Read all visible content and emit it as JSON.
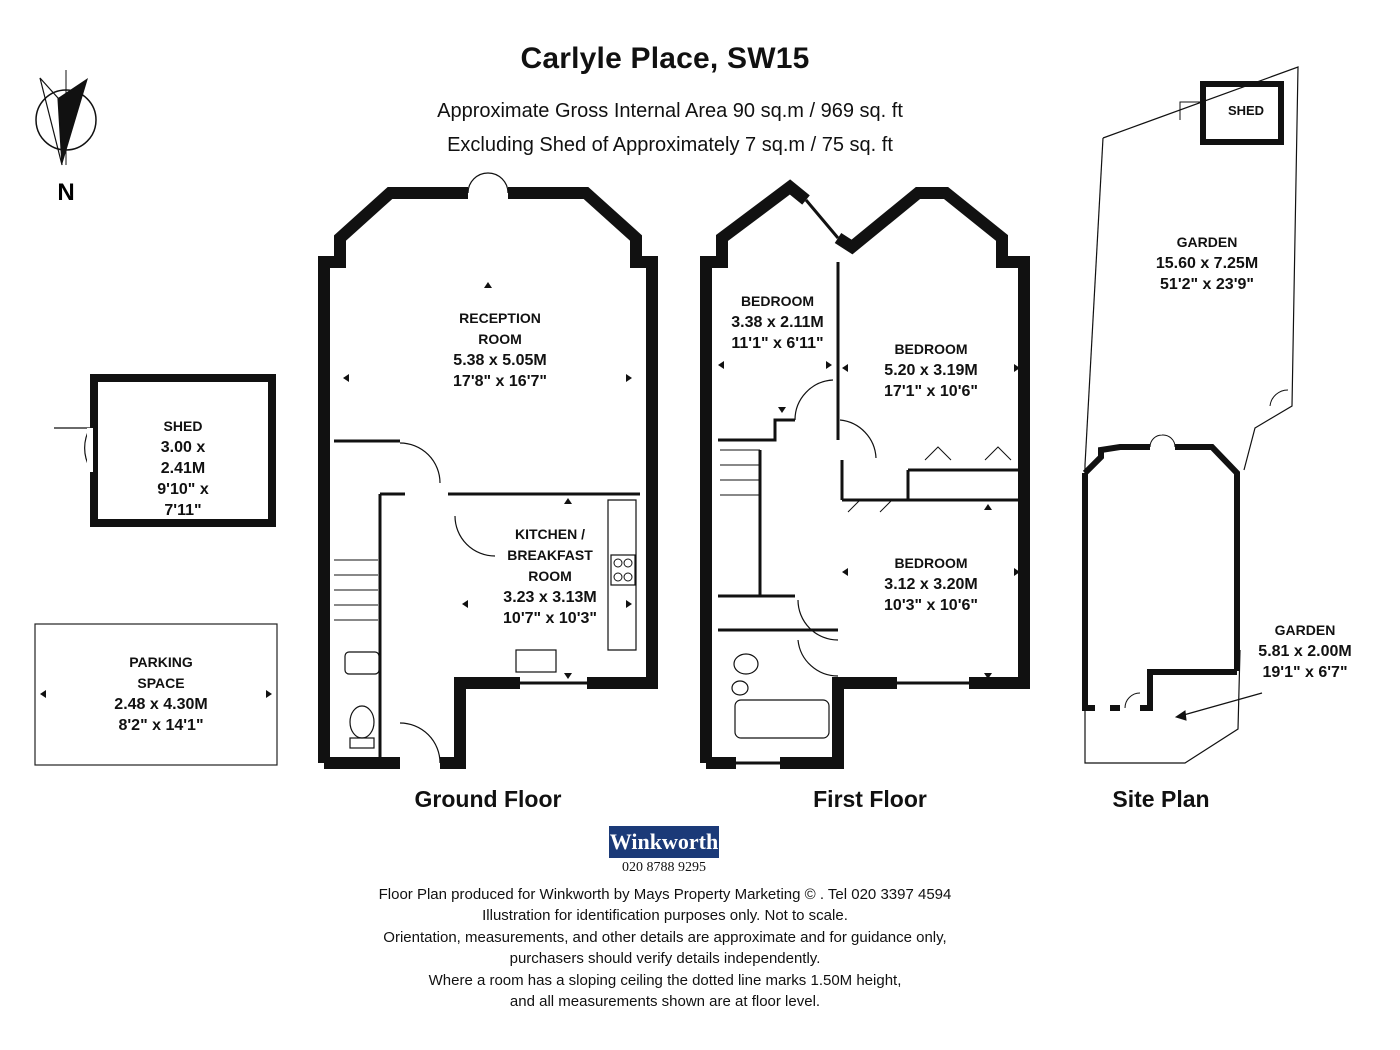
{
  "header": {
    "title": "Carlyle Place, SW15",
    "area_line_1": "Approximate Gross Internal Area 90 sq.m  /  969 sq. ft",
    "area_line_2": "Excluding Shed of Approximately 7 sq.m  /  75 sq. ft"
  },
  "compass": {
    "label": "N"
  },
  "rooms": {
    "shed": {
      "name": "SHED",
      "metric": "3.00 x 2.41M",
      "imperial": "9'10\" x 7'11\""
    },
    "parking": {
      "name_1": "PARKING",
      "name_2": "SPACE",
      "metric": "2.48 x 4.30M",
      "imperial": "8'2\" x 14'1\""
    },
    "reception": {
      "name_1": "RECEPTION",
      "name_2": "ROOM",
      "metric": "5.38 x 5.05M",
      "imperial": "17'8\" x 16'7\""
    },
    "kitchen": {
      "name_1": "KITCHEN /",
      "name_2": "BREAKFAST",
      "name_3": "ROOM",
      "metric": "3.23 x 3.13M",
      "imperial": "10'7\" x 10'3\""
    },
    "bedroom_small": {
      "name": "BEDROOM",
      "metric": "3.38 x 2.11M",
      "imperial": "11'1\" x 6'11\""
    },
    "bedroom_front": {
      "name": "BEDROOM",
      "metric": "5.20 x 3.19M",
      "imperial": "17'1\" x 10'6\""
    },
    "bedroom_rear": {
      "name": "BEDROOM",
      "metric": "3.12 x 3.20M",
      "imperial": "10'3\" x 10'6\""
    },
    "garden_main": {
      "name": "GARDEN",
      "metric": "15.60 x 7.25M",
      "imperial": "51'2\" x 23'9\""
    },
    "garden_front": {
      "name": "GARDEN",
      "metric": "5.81 x 2.00M",
      "imperial": "19'1\" x 6'7\""
    },
    "site_shed": {
      "name": "SHED"
    }
  },
  "floor_labels": {
    "ground": "Ground Floor",
    "first": "First Floor",
    "site": "Site Plan"
  },
  "logo": {
    "brand": "Winkworth",
    "phone": "020 8788 9295"
  },
  "footer": {
    "line_1": "Floor Plan produced for Winkworth by Mays Property Marketing  © . Tel 020 3397 4594",
    "line_2": "Illustration for identification purposes only. Not to scale.",
    "line_3": "Orientation, measurements, and other details are approximate and for guidance only,",
    "line_4": "purchasers should verify details independently.",
    "line_5": "Where a room has a sloping ceiling the dotted line marks 1.50M height,",
    "line_6": "and all measurements shown are at floor level."
  }
}
